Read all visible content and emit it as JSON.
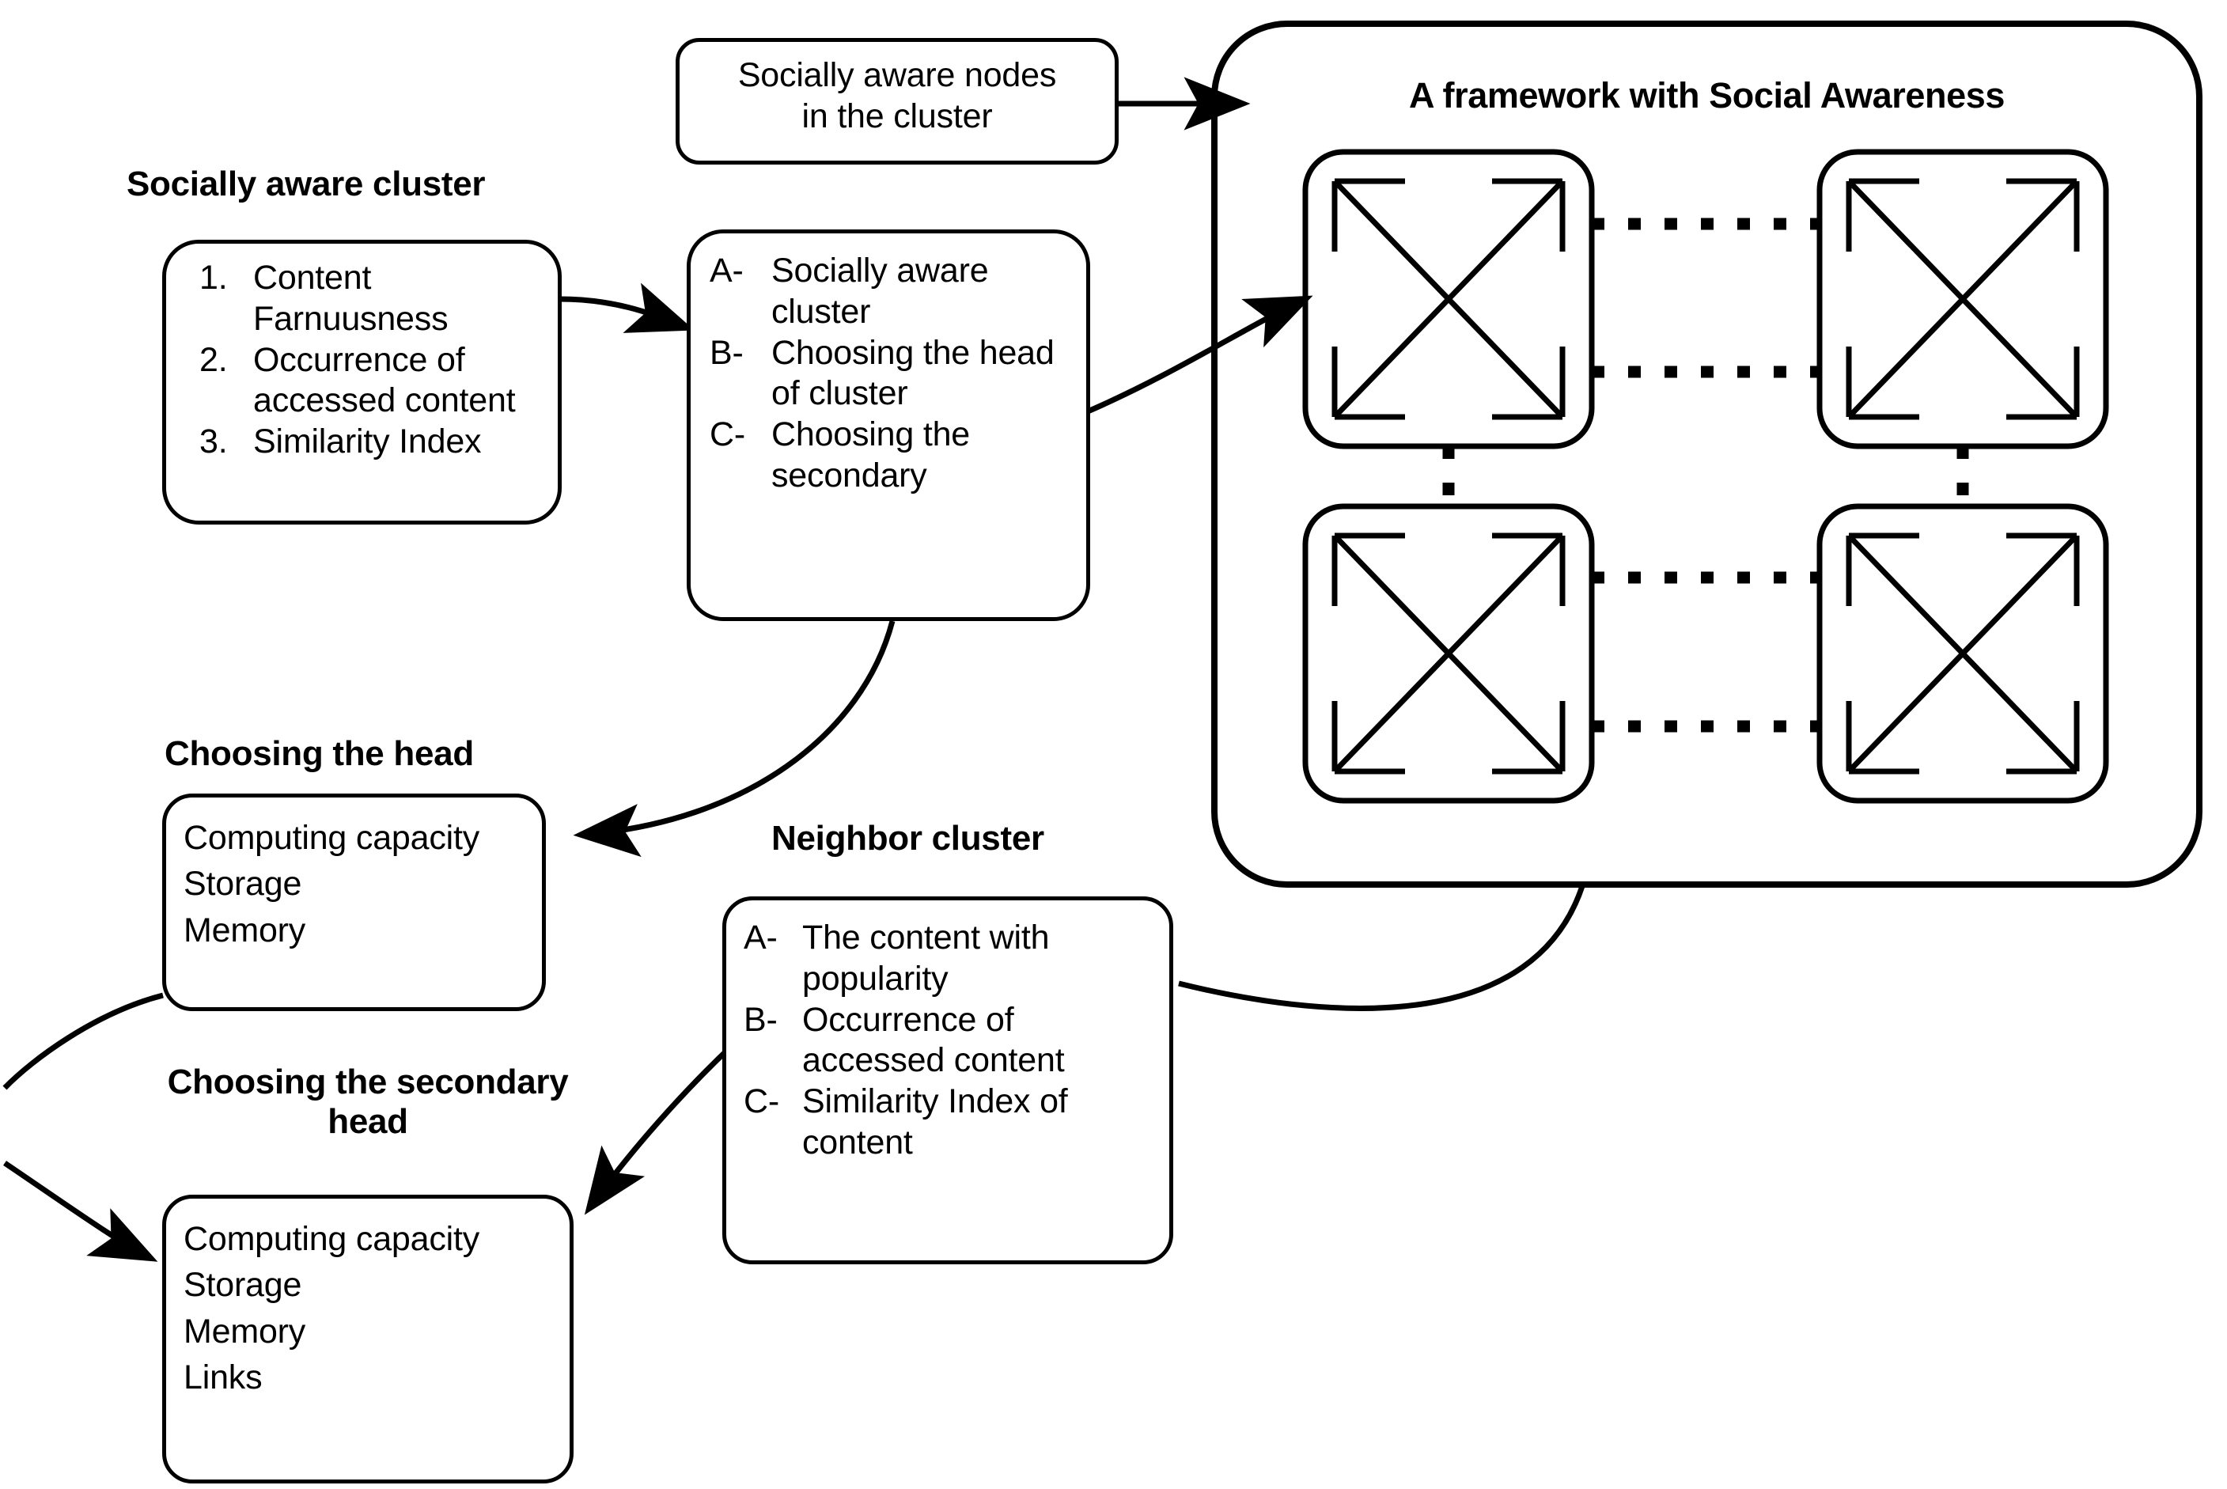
{
  "diagram": {
    "title_framework": "A framework with Social Awareness",
    "headings": {
      "socially_aware_cluster": "Socially aware cluster",
      "choosing_head": "Choosing the head",
      "choosing_secondary_head": "Choosing the secondary\nhead",
      "neighbor_cluster": "Neighbor cluster"
    },
    "boxes": {
      "socially_aware_nodes": {
        "lines": [
          "Socially aware nodes",
          "in the cluster"
        ]
      },
      "metrics_list": {
        "items": [
          {
            "marker": "1.",
            "text": "Content Farnuusness"
          },
          {
            "marker": "2.",
            "text": "Occurrence of accessed content"
          },
          {
            "marker": "3.",
            "text": "Similarity Index"
          }
        ]
      },
      "steps_list": {
        "items": [
          {
            "marker": "A-",
            "text": "Socially aware cluster"
          },
          {
            "marker": "B-",
            "text": "Choosing the head of cluster"
          },
          {
            "marker": "C-",
            "text": "Choosing the secondary"
          }
        ]
      },
      "head_criteria": {
        "items": [
          "Computing capacity",
          "Storage",
          "Memory"
        ]
      },
      "secondary_head_criteria": {
        "items": [
          "Computing capacity",
          "Storage",
          "Memory",
          "Links"
        ]
      },
      "neighbor_criteria": {
        "items": [
          {
            "marker": "A-",
            "text": "The content with popularity"
          },
          {
            "marker": "B-",
            "text": "Occurrence of accessed content"
          },
          {
            "marker": "C-",
            "text": "Similarity Index of content"
          }
        ]
      }
    },
    "framework_nodes": [
      {
        "id": "node-top-left"
      },
      {
        "id": "node-top-right"
      },
      {
        "id": "node-bottom-left"
      },
      {
        "id": "node-bottom-right"
      }
    ],
    "connectors": {
      "dotted_links": 6,
      "arrows": 5
    },
    "colors": {
      "stroke": "#000000",
      "background": "#ffffff"
    }
  }
}
